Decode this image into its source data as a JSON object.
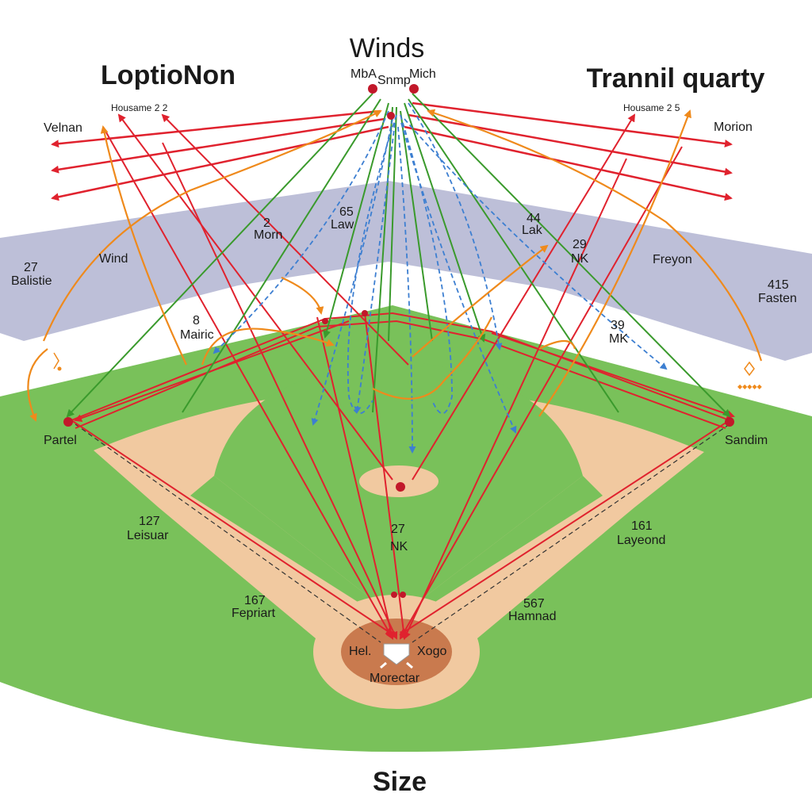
{
  "titles": {
    "top_center": "Winds",
    "top_left": "LoptioNon",
    "top_right": "Trannil quarty",
    "bottom": "Size"
  },
  "header_small": {
    "mba": "MbA",
    "snmp": "Snmp",
    "mich": "Mich",
    "housame_left": "Housame 2 2",
    "housame_right": "Housame 2 5"
  },
  "side_labels": {
    "velnan": "Velnan",
    "morion": "Morion",
    "wind": "Wind",
    "freyon": "Freyon",
    "ballistic_num": "27",
    "ballistic": "Balistie",
    "fasten_num": "415",
    "fasten": "Fasten",
    "partel": "Partel",
    "sandim": "Sandim"
  },
  "field_labels": {
    "morn_num": "2",
    "morn": "Morn",
    "law_num": "65",
    "law": "Law",
    "lak_num": "44",
    "lak": "Lak",
    "nk1_num": "29",
    "nk1": "NK",
    "nk2_num": "39",
    "nk2": "MK",
    "maric_num": "8",
    "maric": "Mairic",
    "center_num": "27",
    "center": "NK",
    "leisuar_num": "127",
    "leisuar": "Leisuar",
    "layeond_num": "161",
    "layeond": "Layeond",
    "fepriart_num": "167",
    "fepriart": "Fepriart",
    "hamnad_num": "567",
    "hamnad": "Hamnad",
    "hel": "Hel.",
    "xogo": "Xogo",
    "morectar": "Morectar"
  },
  "colors": {
    "grass": "#79c15a",
    "infield_dirt": "#f1c9a0",
    "home_dirt": "#c97a4e",
    "band": "#b9bcd6",
    "red": "#e0222e",
    "green": "#3a9a2c",
    "blue": "#3d7fd1",
    "orange": "#ef8a1c"
  },
  "icons": [
    "home-plate-icon",
    "small-diamond-icon"
  ]
}
